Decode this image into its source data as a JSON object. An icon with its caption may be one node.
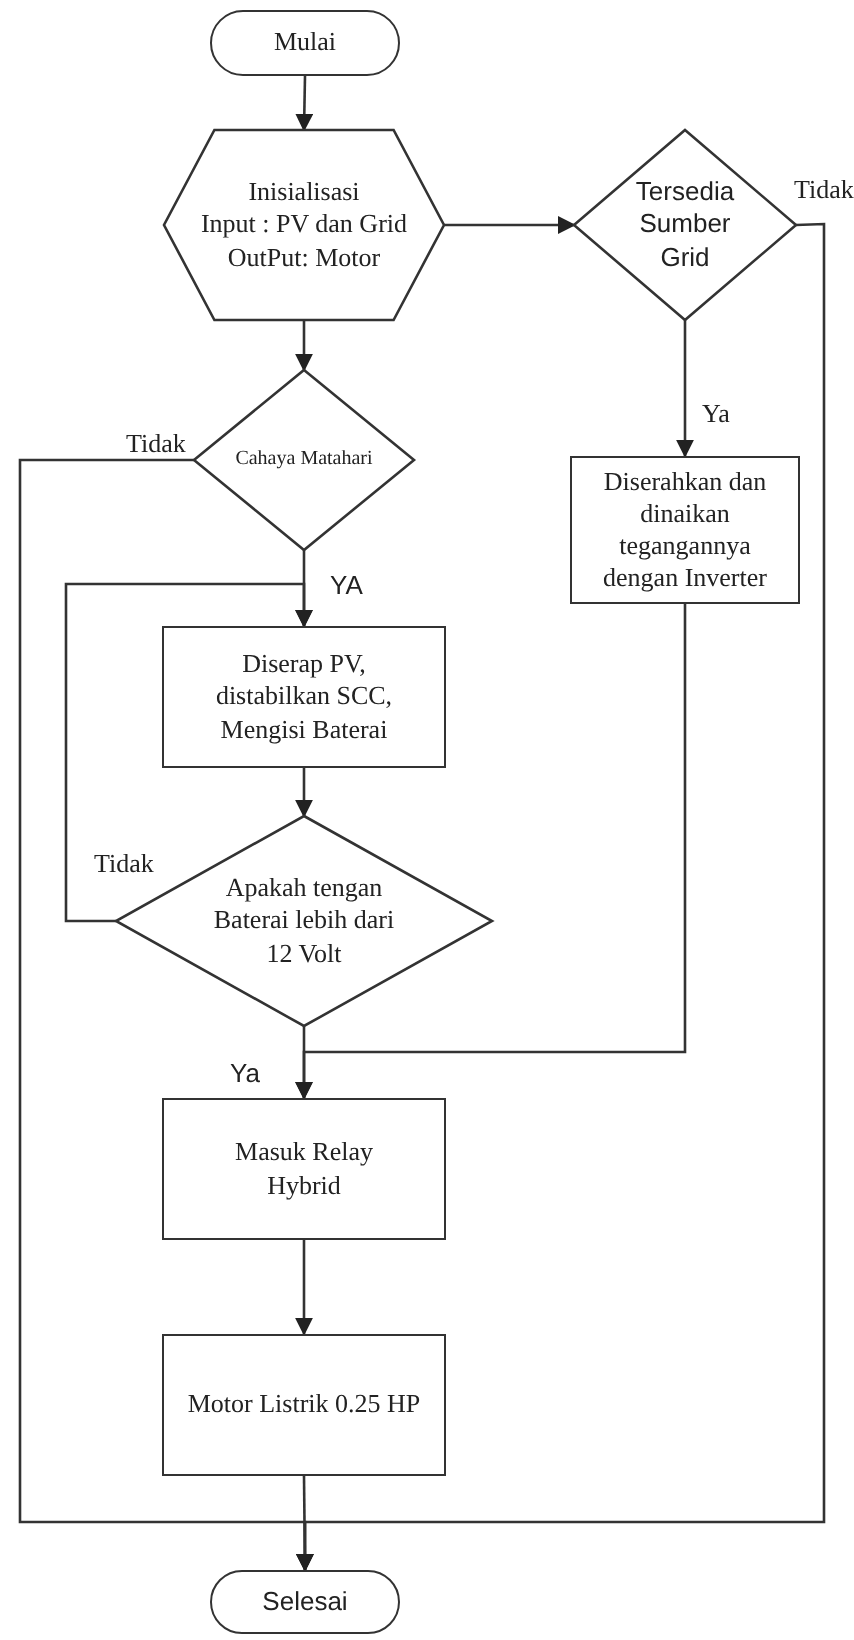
{
  "diagram": {
    "nodes": [
      {
        "text": [
          "Mulai"
        ]
      },
      {
        "text": [
          "Inisialisasi",
          "Input : PV dan Grid",
          "OutPut: Motor"
        ]
      },
      {
        "text": [
          "Tersedia Sumber Grid"
        ]
      },
      {
        "text": [
          "Cahaya Matahari"
        ]
      },
      {
        "text": [
          "Diserahkan dan dinaikan tegangannya dengan Inverter"
        ]
      },
      {
        "text": [
          "Diserap PV, distabilkan SCC, Mengisi Baterai"
        ]
      },
      {
        "text": [
          "Apakah tengan Baterai lebih dari 12 Volt"
        ]
      },
      {
        "text": [
          "Masuk Relay Hybrid"
        ]
      },
      {
        "text": [
          "Motor  Listrik 0.25 HP"
        ]
      },
      {
        "text": [
          "Selesai"
        ]
      }
    ],
    "edges": [
      {
        "from": 0,
        "to": 1,
        "arrow": "to"
      },
      {
        "from": 1,
        "to": 2,
        "arrow": "to"
      },
      {
        "from": 1,
        "to": 3,
        "arrow": "to"
      },
      {
        "from": 2,
        "to": 4,
        "arrow": "to",
        "label": "Ya"
      },
      {
        "from": 2,
        "to": 9,
        "arrow": "to",
        "label": "Tidak"
      },
      {
        "from": 3,
        "to": 9,
        "arrow": "to",
        "label": "Tidak"
      },
      {
        "from": 3,
        "to": 5,
        "arrow": "to",
        "label": "YA"
      },
      {
        "from": 5,
        "to": 6,
        "arrow": "to"
      },
      {
        "from": 6,
        "to": 5,
        "arrow": "to",
        "label": "Tidak"
      },
      {
        "from": 6,
        "to": 7,
        "arrow": "to",
        "label": "Ya"
      },
      {
        "from": 4,
        "to": 7,
        "arrow": "to"
      },
      {
        "from": 7,
        "to": 8,
        "arrow": "to"
      },
      {
        "from": 8,
        "to": 9,
        "arrow": "to"
      }
    ]
  }
}
